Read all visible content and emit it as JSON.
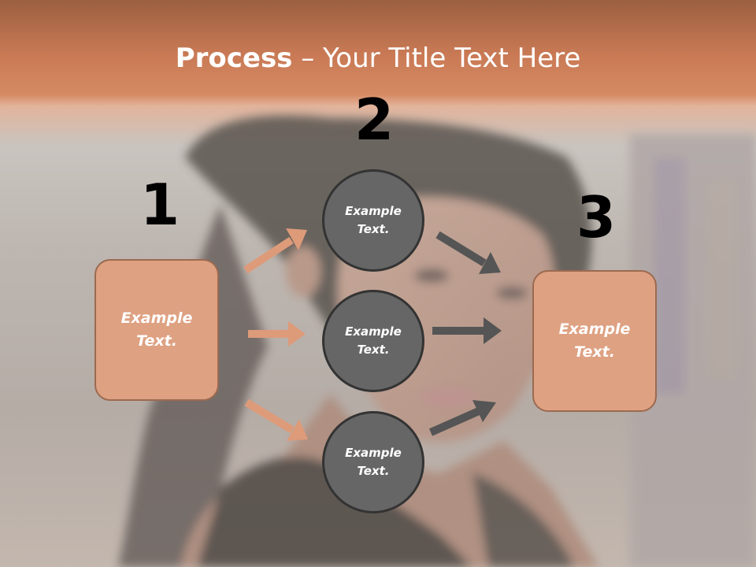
{
  "slide": {
    "title_bold": "Process",
    "title_rest": " – Your Title Text Here",
    "step_numbers": [
      "1",
      "2",
      "3"
    ],
    "left_box_text": "Example\nText.",
    "circles": [
      "Example\nText.",
      "Example\nText.",
      "Example\nText."
    ],
    "right_box_text": "Example\nText."
  },
  "colors": {
    "header": "#c97a55",
    "box_fill": "#dea182",
    "box_border": "#9c6a50",
    "circle_fill": "#666666",
    "circle_border": "#333333",
    "arrow_orange": "#dd9b7a",
    "arrow_gray": "#555555"
  },
  "icons": {
    "background": "portrait-photo"
  }
}
